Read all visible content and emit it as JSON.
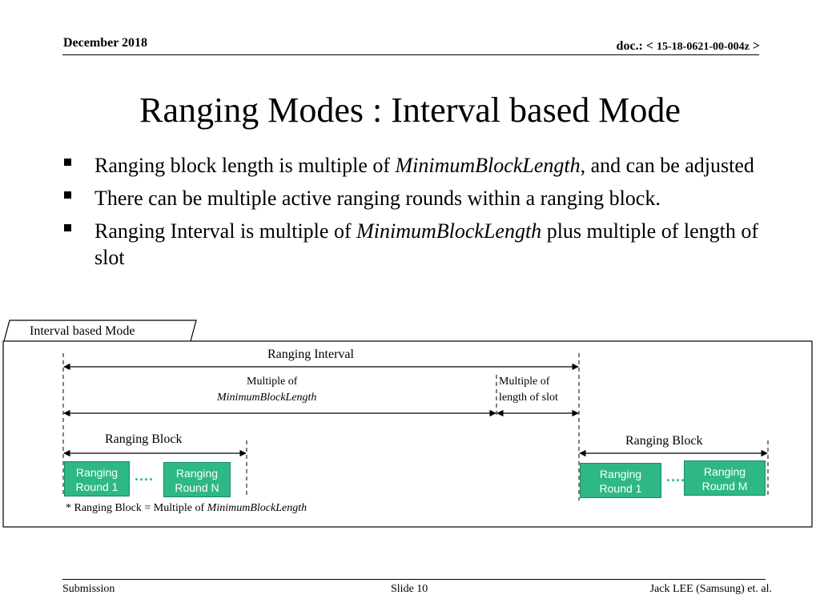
{
  "header": {
    "date": "December 2018",
    "doc_prefix": "doc.: <",
    "doc_number": "15-18-0621-00-004z",
    "doc_suffix": ">"
  },
  "title": "Ranging Modes : Interval based Mode",
  "bullets": [
    {
      "before": "Ranging block length is multiple of ",
      "italic": "MinimumBlockLength",
      "after": ", and can be adjusted"
    },
    {
      "before": "There can be multiple active ranging rounds within a ranging block.",
      "italic": "",
      "after": ""
    },
    {
      "before": "Ranging Interval is multiple of ",
      "italic": "MinimumBlockLength",
      "after": " plus multiple of length of slot"
    }
  ],
  "diagram": {
    "tab_label": "Interval based Mode",
    "ranging_interval": "Ranging Interval",
    "multiple_of": "Multiple of",
    "min_block_length": "MinimumBlockLength",
    "multiple_of_2": "Multiple of",
    "length_of_slot": "length of slot",
    "ranging_block_left": "Ranging Block",
    "ranging_block_right": "Ranging Block",
    "rounds": {
      "left_first": [
        "Ranging",
        "Round 1"
      ],
      "left_last": [
        "Ranging",
        "Round N"
      ],
      "right_first": [
        "Ranging",
        "Round 1"
      ],
      "right_last": [
        "Ranging",
        "Round M"
      ]
    },
    "dots": "....",
    "footnote_prefix": "* Ranging Block = Multiple of ",
    "footnote_italic": "MinimumBlockLength",
    "round_color": "#2eb886"
  },
  "footer": {
    "left": "Submission",
    "center": "Slide 10",
    "right": "Jack LEE (Samsung) et. al."
  }
}
